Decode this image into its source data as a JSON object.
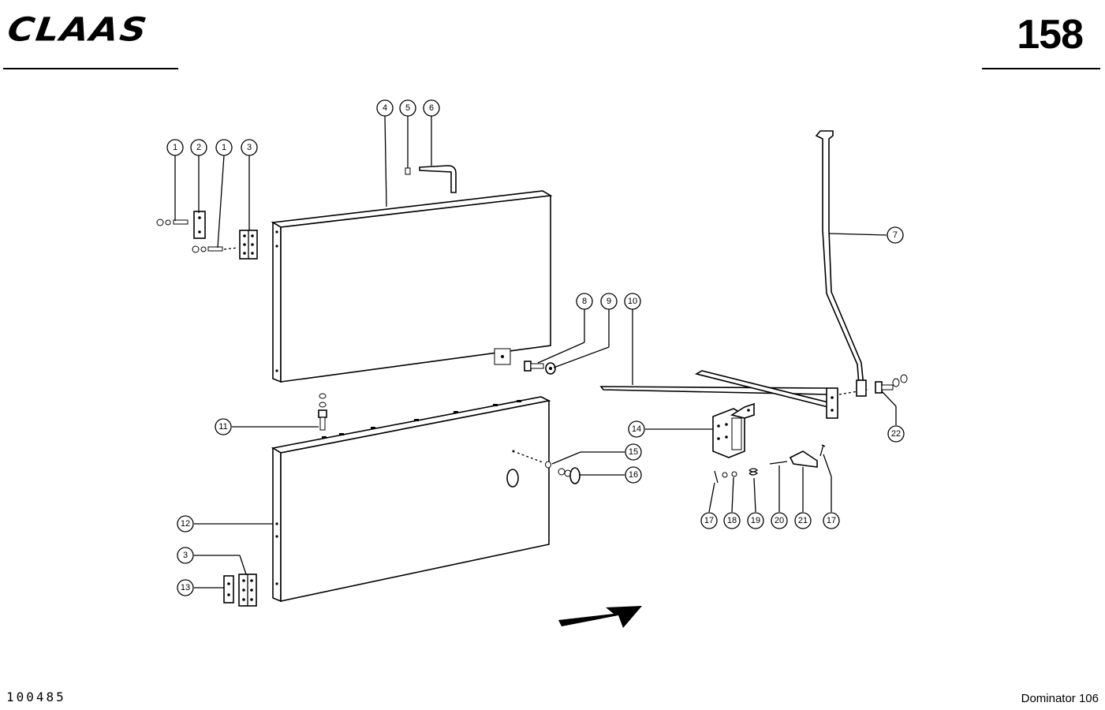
{
  "header": {
    "brand": "CLAAS",
    "page_number": "158"
  },
  "footer": {
    "document_number": "100485",
    "model": "Dominator 106"
  },
  "callouts": [
    {
      "id": "c1a",
      "label": "1"
    },
    {
      "id": "c2",
      "label": "2"
    },
    {
      "id": "c1b",
      "label": "1"
    },
    {
      "id": "c3a",
      "label": "3"
    },
    {
      "id": "c4",
      "label": "4"
    },
    {
      "id": "c5",
      "label": "5"
    },
    {
      "id": "c6",
      "label": "6"
    },
    {
      "id": "c7",
      "label": "7"
    },
    {
      "id": "c8",
      "label": "8"
    },
    {
      "id": "c9",
      "label": "9"
    },
    {
      "id": "c10",
      "label": "10"
    },
    {
      "id": "c11",
      "label": "11"
    },
    {
      "id": "c12",
      "label": "12"
    },
    {
      "id": "c3b",
      "label": "3"
    },
    {
      "id": "c13",
      "label": "13"
    },
    {
      "id": "c14",
      "label": "14"
    },
    {
      "id": "c15",
      "label": "15"
    },
    {
      "id": "c16",
      "label": "16"
    },
    {
      "id": "c17a",
      "label": "17"
    },
    {
      "id": "c18",
      "label": "18"
    },
    {
      "id": "c19",
      "label": "19"
    },
    {
      "id": "c20",
      "label": "20"
    },
    {
      "id": "c21",
      "label": "21"
    },
    {
      "id": "c17b",
      "label": "17"
    },
    {
      "id": "c22",
      "label": "22"
    }
  ]
}
